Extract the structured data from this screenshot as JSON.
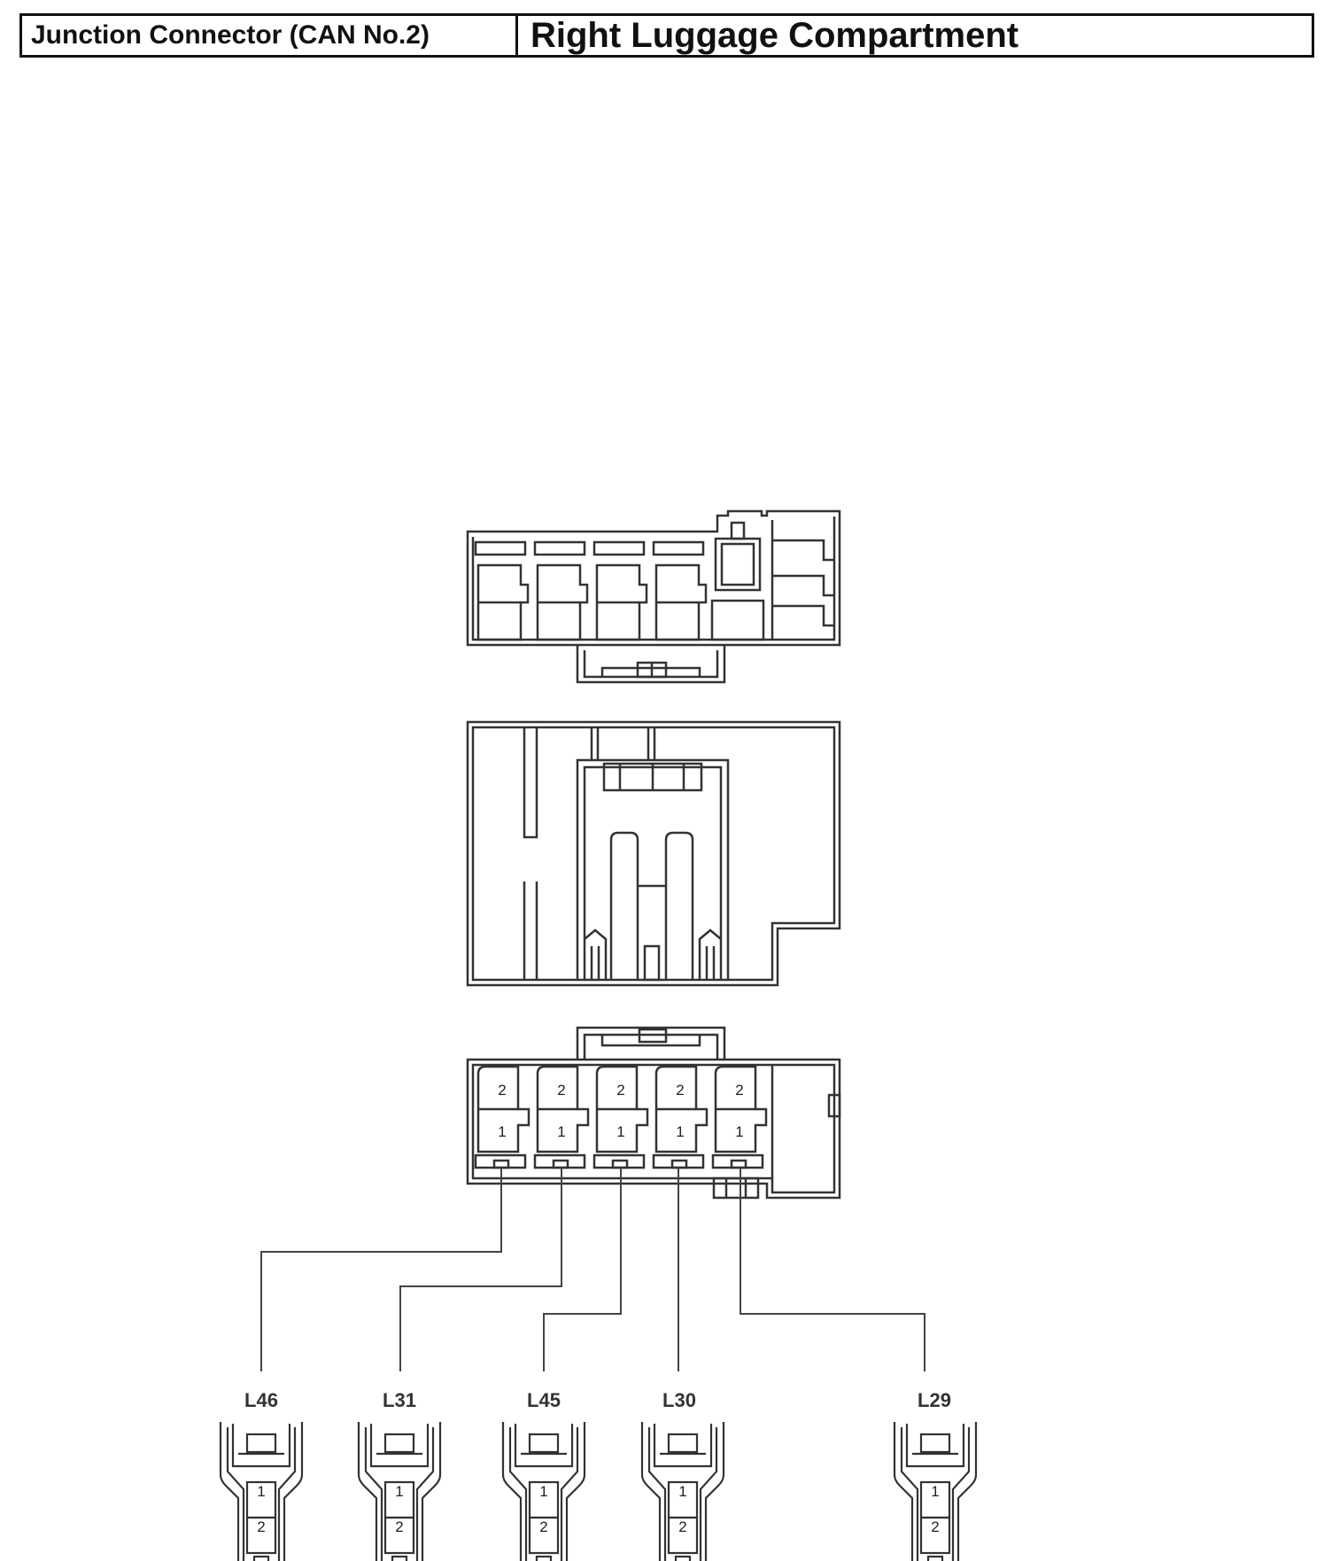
{
  "header": {
    "left_title": "Junction Connector (CAN No.2)",
    "right_title": "Right Luggage Compartment"
  },
  "front_connector": {
    "cavities": [
      {
        "top": "2",
        "bottom": "1"
      },
      {
        "top": "2",
        "bottom": "1"
      },
      {
        "top": "2",
        "bottom": "1"
      },
      {
        "top": "2",
        "bottom": "1"
      },
      {
        "top": "2",
        "bottom": "1"
      }
    ]
  },
  "branch_connectors": [
    {
      "label": "L46",
      "pin_top": "1",
      "pin_bottom": "2"
    },
    {
      "label": "L31",
      "pin_top": "1",
      "pin_bottom": "2"
    },
    {
      "label": "L45",
      "pin_top": "1",
      "pin_bottom": "2"
    },
    {
      "label": "L30",
      "pin_top": "1",
      "pin_bottom": "2"
    },
    {
      "label": "L29",
      "pin_top": "1",
      "pin_bottom": "2"
    }
  ]
}
